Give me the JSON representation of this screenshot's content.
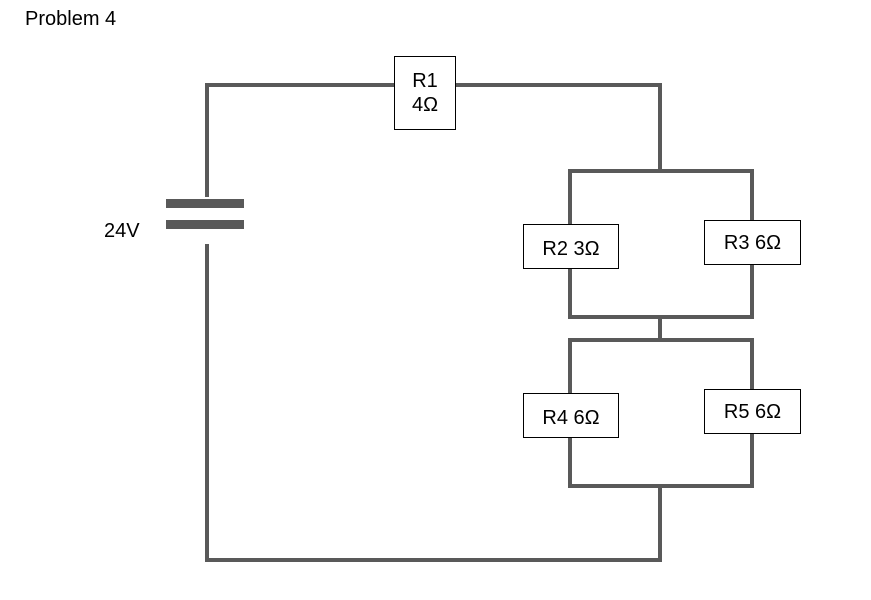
{
  "title": "Problem 4",
  "source": {
    "type": "battery",
    "label": "24V",
    "voltage_v": 24
  },
  "resistors": [
    {
      "id": "R1",
      "name": "R1",
      "value": "4Ω",
      "ohms": 4,
      "position": "series-top"
    },
    {
      "id": "R2",
      "name": "R2",
      "value": "3Ω",
      "ohms": 3,
      "position": "parallel-group-1-left"
    },
    {
      "id": "R3",
      "name": "R3",
      "value": "6Ω",
      "ohms": 6,
      "position": "parallel-group-1-right"
    },
    {
      "id": "R4",
      "name": "R4",
      "value": "6Ω",
      "ohms": 6,
      "position": "parallel-group-2-left"
    },
    {
      "id": "R5",
      "name": "R5",
      "value": "6Ω",
      "ohms": 6,
      "position": "parallel-group-2-right"
    }
  ],
  "labels": {
    "r1_name": "R1",
    "r1_value": "4Ω",
    "r2": "R2 3Ω",
    "r3": "R3 6Ω",
    "r4": "R4 6Ω",
    "r5": "R5 6Ω"
  },
  "colors": {
    "wire": "#595959",
    "box_border": "#000000",
    "background": "#ffffff"
  }
}
